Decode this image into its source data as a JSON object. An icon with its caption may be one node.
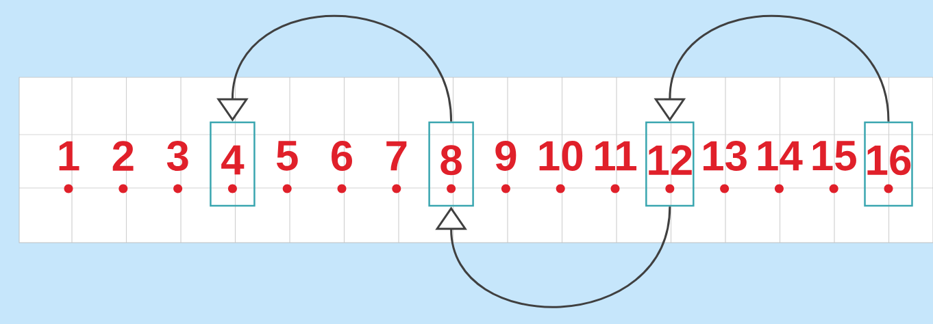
{
  "diagram": {
    "nodes": [
      {
        "text": [
          "4"
        ]
      },
      {
        "text": [
          "8"
        ]
      },
      {
        "text": [
          "12"
        ]
      },
      {
        "text": [
          "16"
        ]
      }
    ],
    "edges": [
      {
        "from": 1,
        "to": 0,
        "arrow": "to"
      },
      {
        "from": 3,
        "to": 2,
        "arrow": "to"
      },
      {
        "from": 2,
        "to": 1,
        "arrow": "to"
      }
    ],
    "labels": [
      "1",
      "2",
      "3",
      "5",
      "6",
      "7",
      "9",
      "10",
      "11",
      "13",
      "14",
      "15"
    ]
  }
}
